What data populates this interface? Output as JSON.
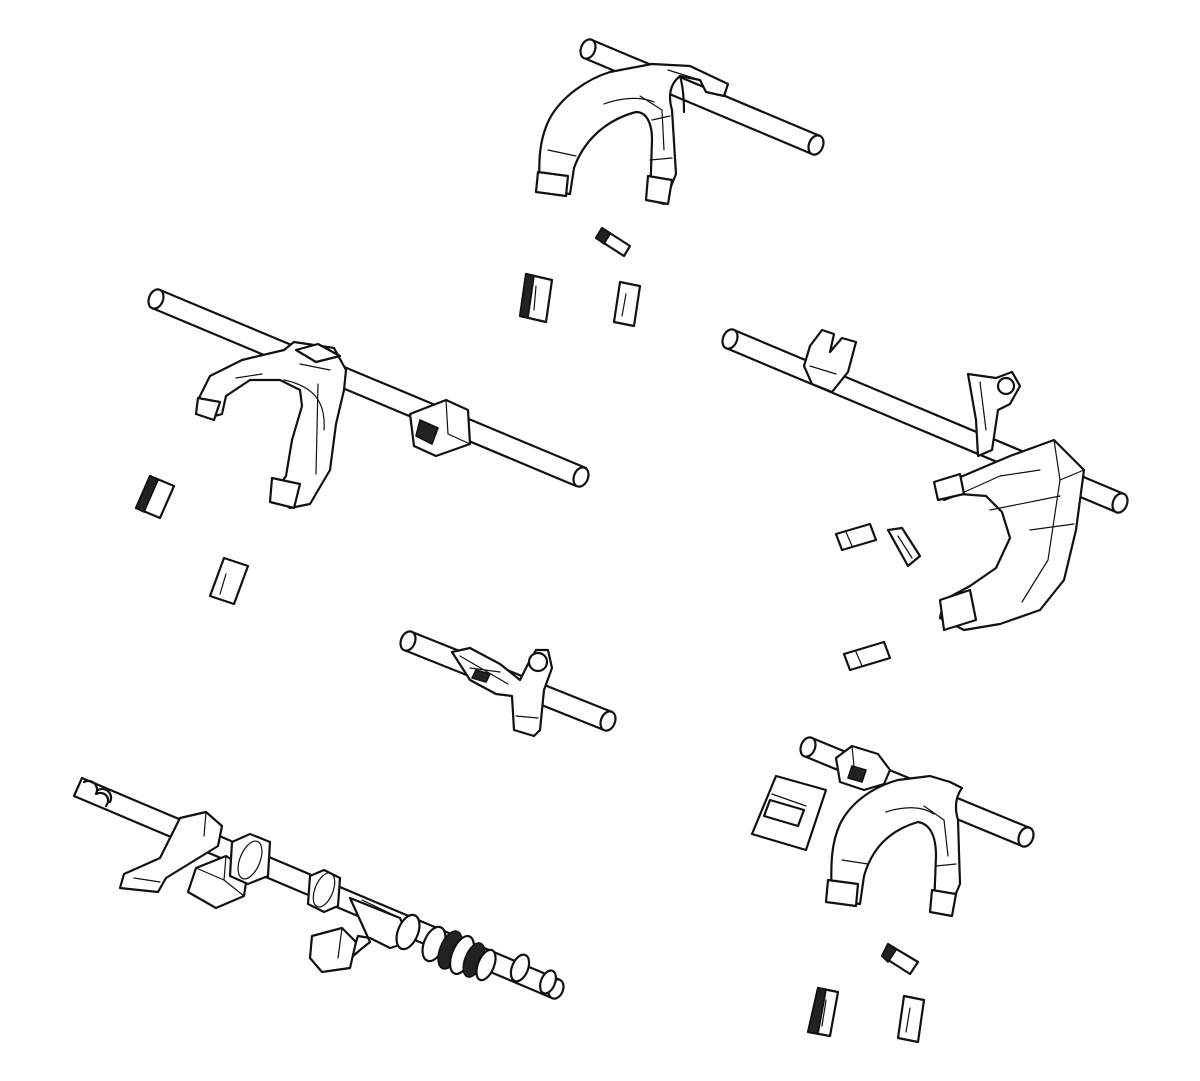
{
  "figure": {
    "background": "#ffffff",
    "line_color": "#111111",
    "components": [
      "shift-fork-assembly-top",
      "shift-fork-assembly-left",
      "shift-fork-assembly-right",
      "shift-lug-assembly-center",
      "shift-shaft-assembly-bottom-left",
      "shift-fork-assembly-bottom-right"
    ]
  }
}
